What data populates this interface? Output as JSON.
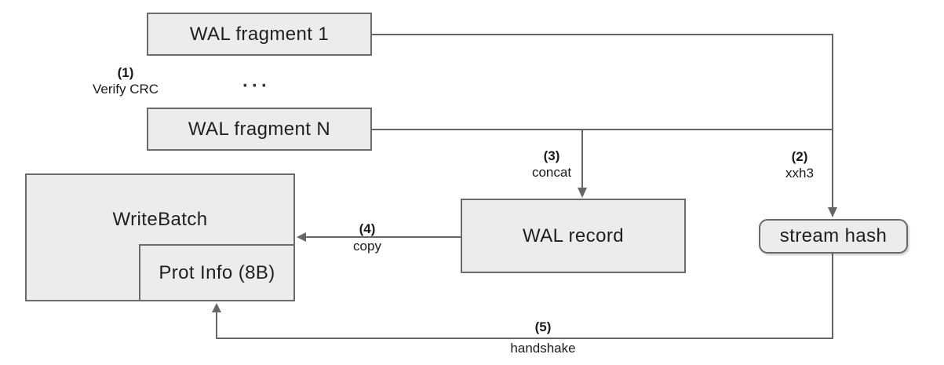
{
  "diagram": {
    "boxes": {
      "wal_fragment_1": "WAL fragment 1",
      "wal_fragment_n": "WAL fragment N",
      "write_batch": "WriteBatch",
      "prot_info": "Prot Info (8B)",
      "wal_record": "WAL record",
      "stream_hash": "stream hash"
    },
    "labels": {
      "step1": {
        "num": "(1)",
        "text": "Verify CRC"
      },
      "step2": {
        "num": "(2)",
        "text": "xxh3"
      },
      "step3": {
        "num": "(3)",
        "text": "concat"
      },
      "step4": {
        "num": "(4)",
        "text": "copy"
      },
      "step5": {
        "num": "(5)",
        "text": "handshake"
      },
      "ellipsis": "···"
    },
    "colors": {
      "box_fill": "#ececec",
      "box_border": "#6b6b6b",
      "line": "#666666",
      "text": "#1f1f1f"
    }
  }
}
